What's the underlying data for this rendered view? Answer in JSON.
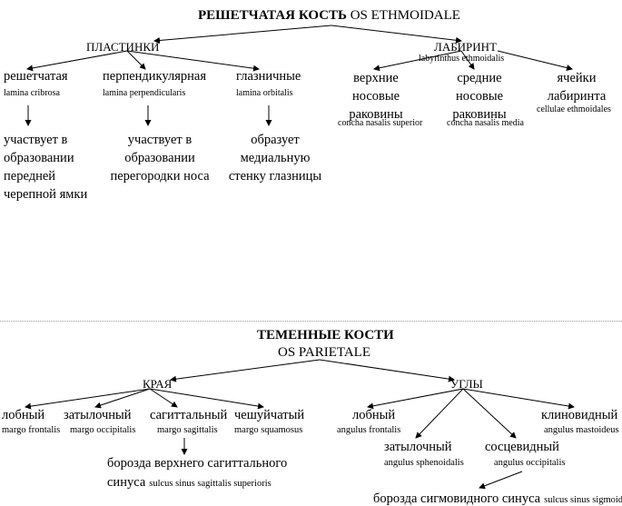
{
  "ethmoid": {
    "title_ru": "РЕШЕТЧАТАЯ КОСТЬ",
    "title_lat": "OS ETHMOIDALE",
    "plates": {
      "label": "ПЛАСТИНКИ",
      "items": [
        {
          "ru": "решетчатая",
          "lat": "lamina cribrosa",
          "role": "участвует в образовании передней черепной ямки"
        },
        {
          "ru": "перпендикулярная",
          "lat": "lamina perpendicularis",
          "role": "участвует в образовании перегородки носа"
        },
        {
          "ru": "глазничные",
          "lat": "lamina orbitalis",
          "role": "образует медиальную стенку глазницы"
        }
      ]
    },
    "labyrinth": {
      "label": "ЛАБИРИНТ",
      "lat": "labyrinthus ethmoidalis",
      "items": [
        {
          "ru": "верхние носовые раковины",
          "lat": "concha nasalis superior"
        },
        {
          "ru": "средние носовые раковины",
          "lat": "concha nasalis media"
        },
        {
          "ru": "ячейки лабиринта",
          "lat": "cellulae ethmoidales"
        }
      ]
    }
  },
  "parietal": {
    "title_ru": "ТЕМЕННЫЕ КОСТИ",
    "title_lat": "OS PARIETALE",
    "edges": {
      "label": "КРАЯ",
      "items": [
        {
          "ru": "лобный",
          "lat": "margo frontalis"
        },
        {
          "ru": "затылочный",
          "lat": "margo occipitalis"
        },
        {
          "ru": "сагиттальный",
          "lat": "margo sagittalis"
        },
        {
          "ru": "чешуйчатый",
          "lat": "margo squamosus"
        }
      ],
      "groove_ru_1": "борозда  верхнего сагиттального",
      "groove_ru_2": "синуса",
      "groove_lat": "sulcus sinus sagittalis superioris"
    },
    "angles": {
      "label": "УГЛЫ",
      "items": [
        {
          "ru": "лобный",
          "lat": "angulus frontalis"
        },
        {
          "ru": "затылочный",
          "lat": "angulus sphenoidalis"
        },
        {
          "ru": "сосцевидный",
          "lat": "angulus occipitalis"
        },
        {
          "ru": "клиновидный",
          "lat": "angulus mastoideus"
        }
      ],
      "groove_ru": "борозда сигмовидного синуса",
      "groove_lat": "sulcus sinus sigmoidei"
    }
  }
}
